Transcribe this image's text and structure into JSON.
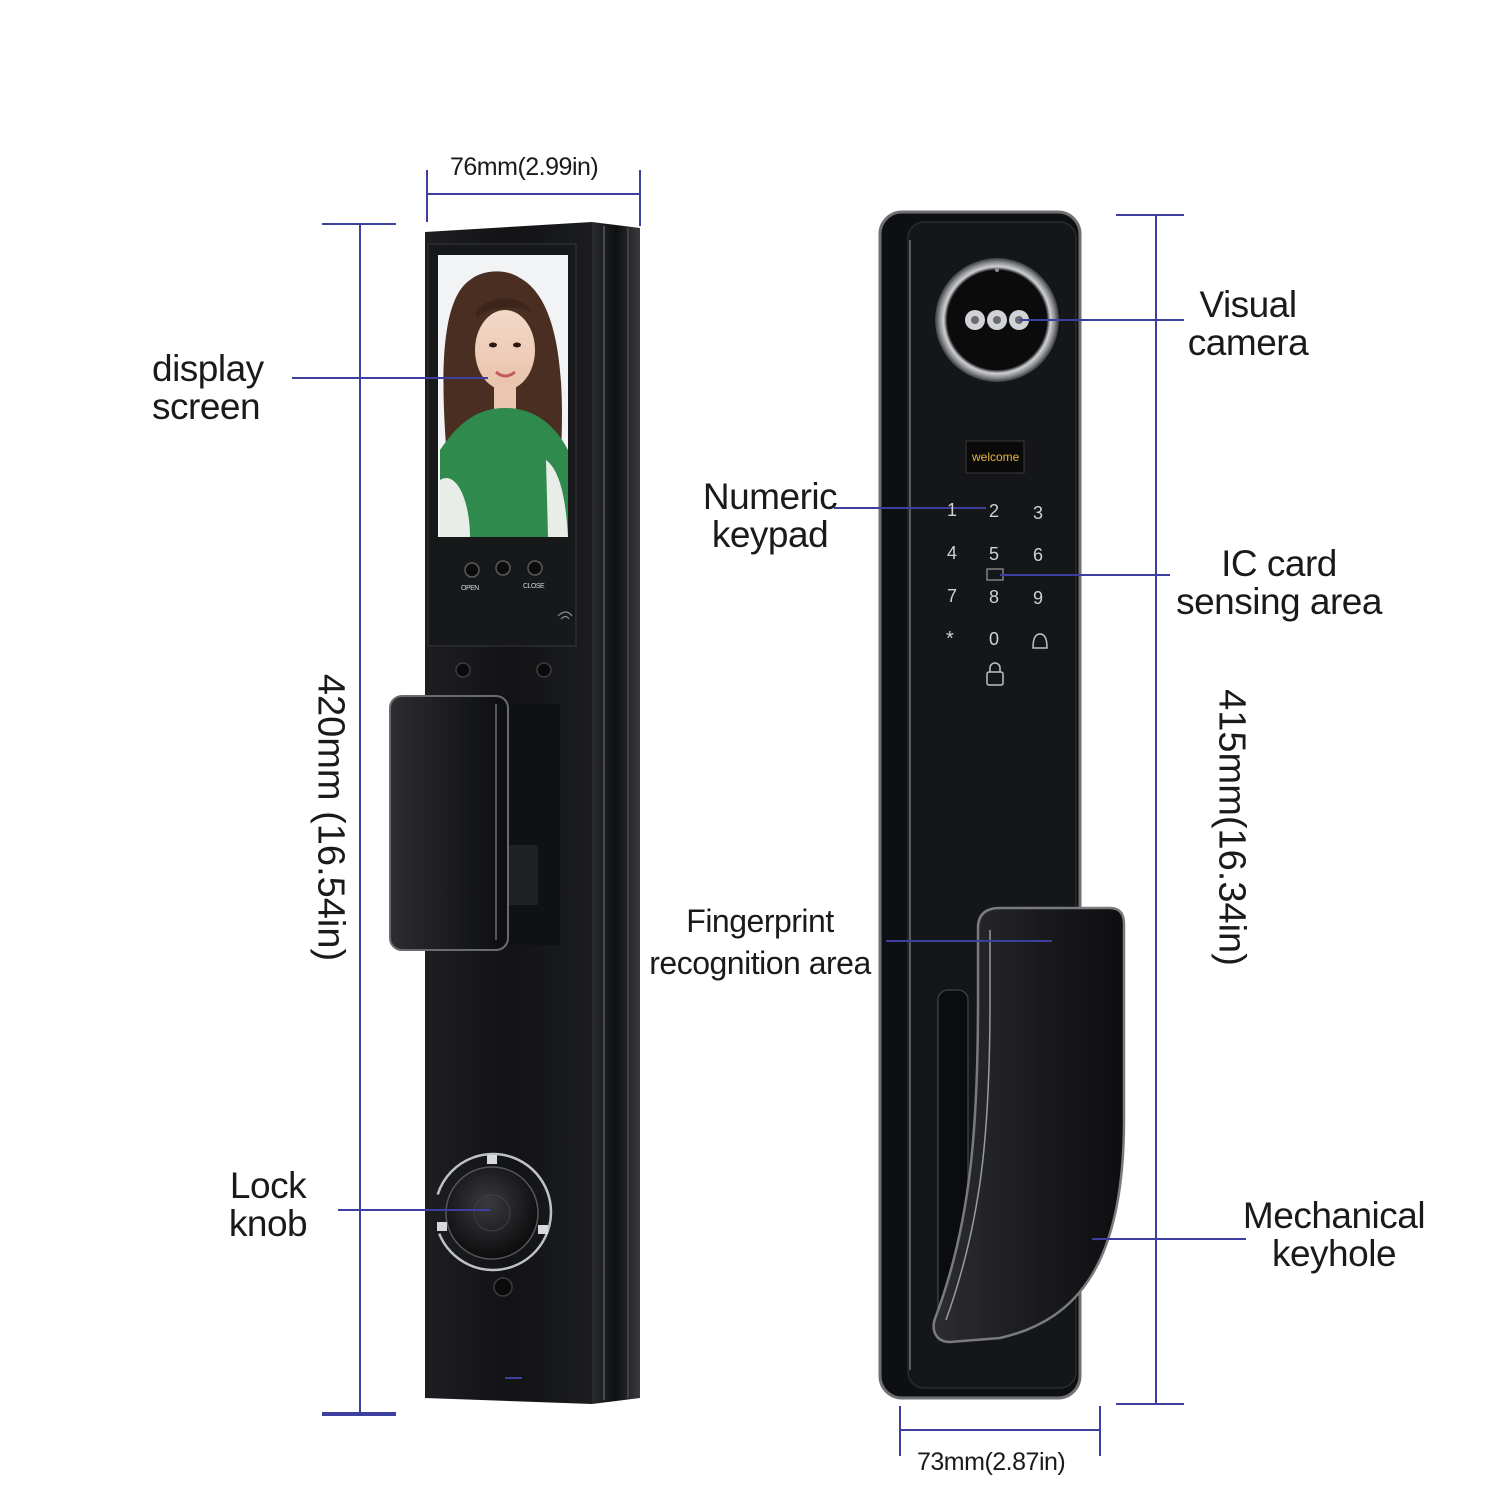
{
  "labels": {
    "display_screen": [
      "display",
      "screen"
    ],
    "visual_camera": [
      "Visual",
      "camera"
    ],
    "numeric_keypad": [
      "Numeric",
      "keypad"
    ],
    "ic_card": [
      "IC card",
      "sensing area"
    ],
    "fingerprint": [
      "Fingerprint",
      "recognition area"
    ],
    "lock_knob": [
      "Lock",
      "knob"
    ],
    "mechanical_keyhole": [
      "Mechanical",
      "keyhole"
    ]
  },
  "dimensions": {
    "front_width": "76mm(2.99in)",
    "front_height": "420mm (16.54in)",
    "back_width": "73mm(2.87in)",
    "back_height": "415mm(16.34in)"
  },
  "screen_buttons": [
    "OPEN",
    "CLOSE"
  ],
  "welcome_text": "welcome",
  "keypad_keys": [
    "1",
    "2",
    "3",
    "4",
    "5",
    "6",
    "7",
    "8",
    "9",
    "*",
    "0"
  ],
  "colors": {
    "dimension_line": "#3d3f9e",
    "lock_body": "#141517",
    "text": "#1a1a1a"
  }
}
